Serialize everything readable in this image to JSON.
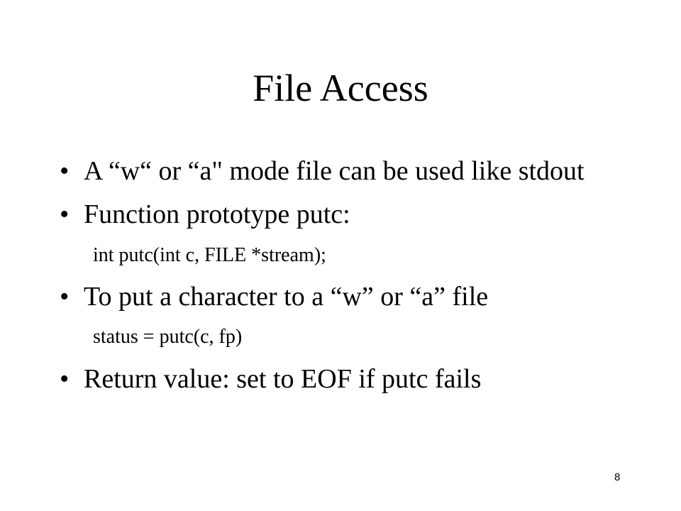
{
  "slide": {
    "title": "File Access",
    "bullet_char": "•",
    "items": [
      {
        "text": "A “w“ or “a\" mode file can be used like stdout"
      },
      {
        "text": "Function prototype putc:",
        "sub": "int putc(int c, FILE *stream);"
      },
      {
        "text": "To put a character to a “w” or “a” file",
        "sub": "status = putc(c, fp)"
      },
      {
        "text": "Return value: set to EOF if putc fails"
      }
    ],
    "page_number": "8"
  }
}
